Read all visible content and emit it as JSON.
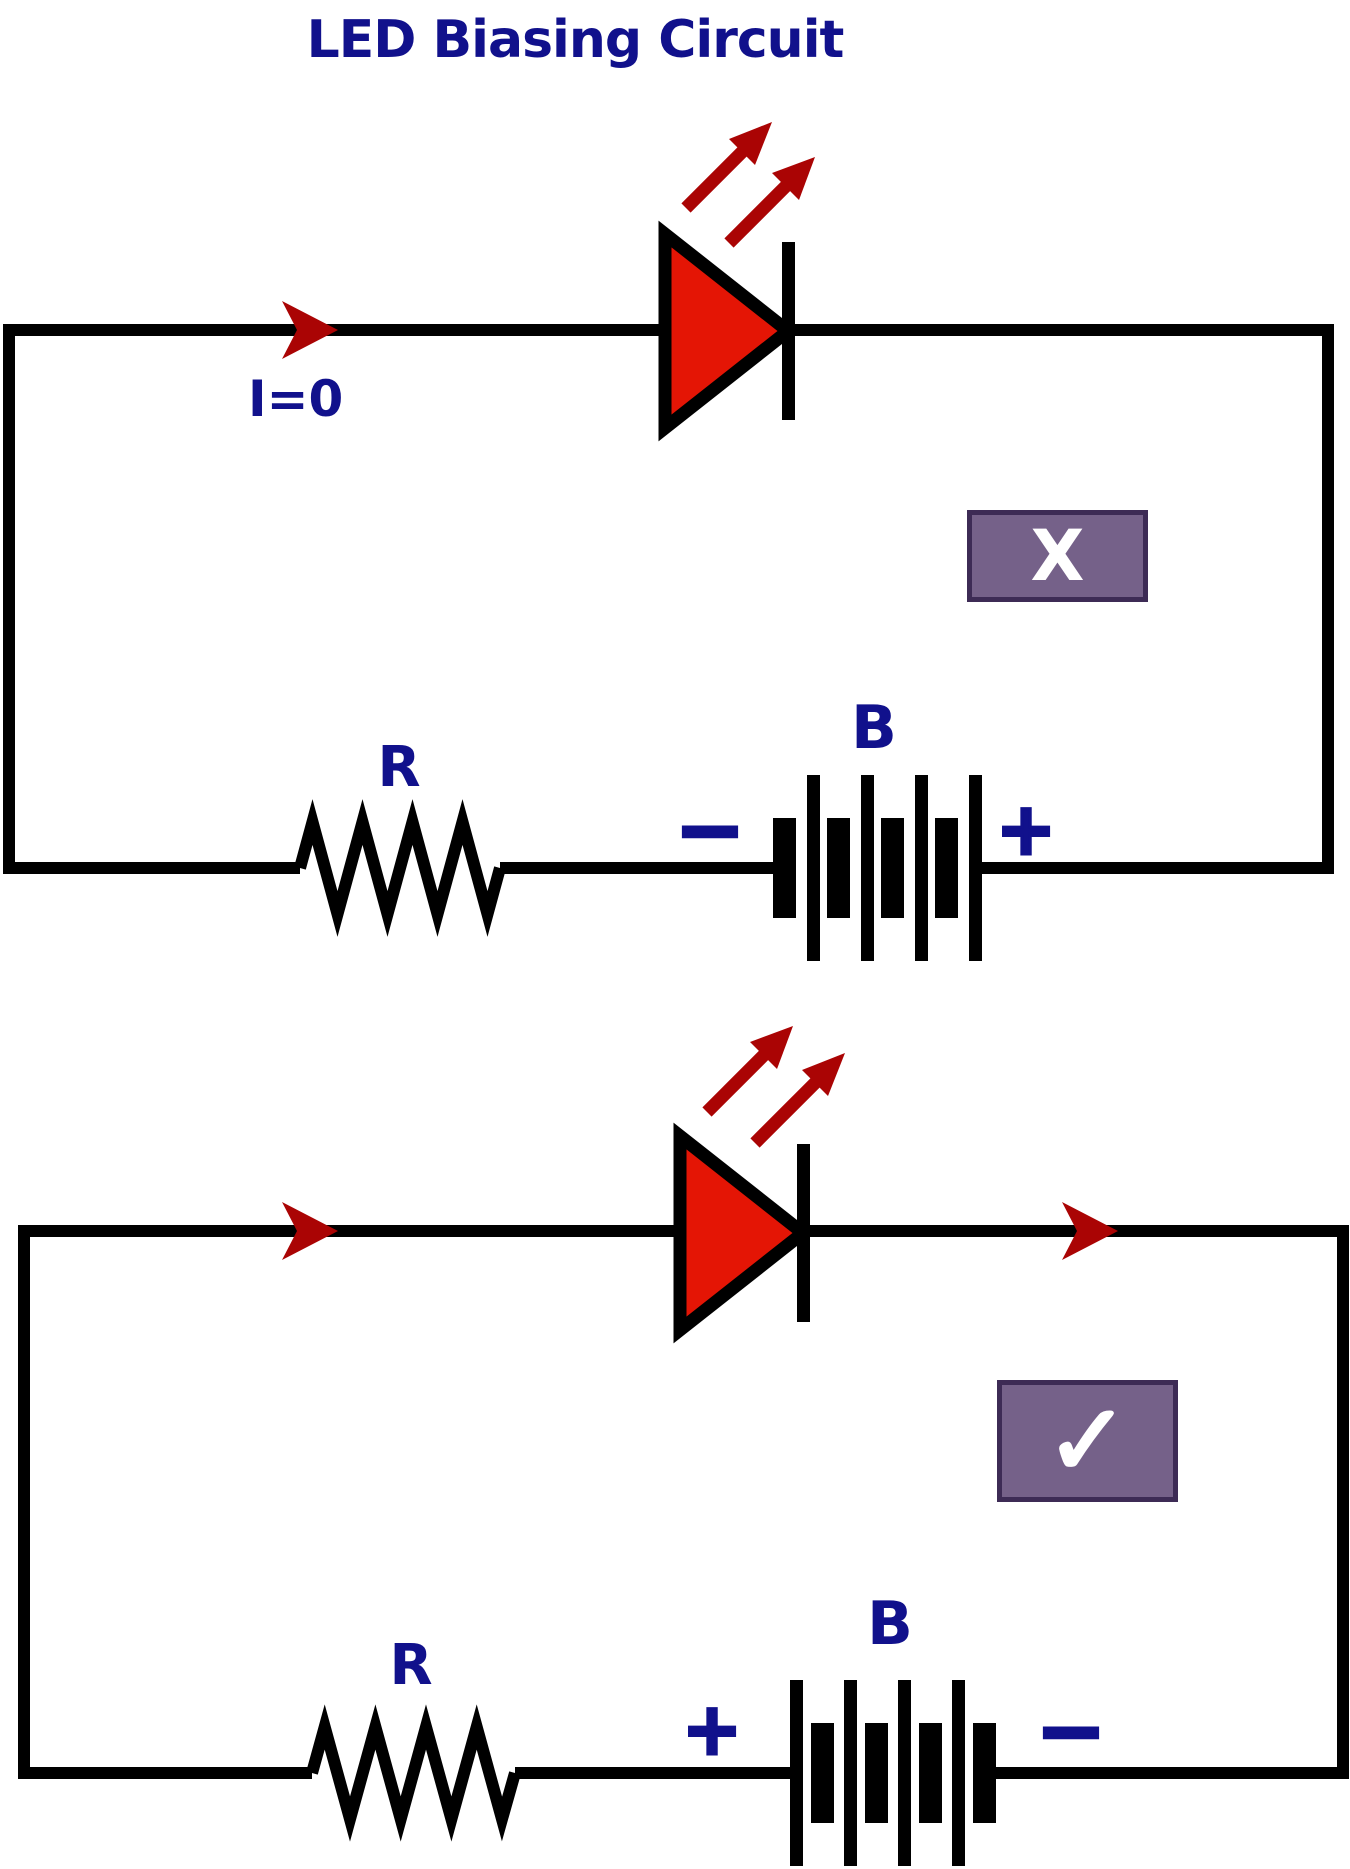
{
  "title": "LED Biasing Circuit",
  "colors": {
    "background": "#ffffff",
    "wire": "#000000",
    "label": "#11118c",
    "led_fill": "#e41505",
    "light_arrow": "#aa0404",
    "current_arrow": "#aa0404",
    "status_box_fill": "#756189",
    "status_box_border": "#3d2b55",
    "status_mark": "#ffffff"
  },
  "circuit_top": {
    "current_label": "I=0",
    "resistor_label": "R",
    "battery_label": "B",
    "battery_left_terminal": "−",
    "battery_right_terminal": "+",
    "status_mark": "X"
  },
  "circuit_bottom": {
    "resistor_label": "R",
    "battery_label": "B",
    "battery_left_terminal": "+",
    "battery_right_terminal": "−",
    "status_mark": "✓"
  }
}
